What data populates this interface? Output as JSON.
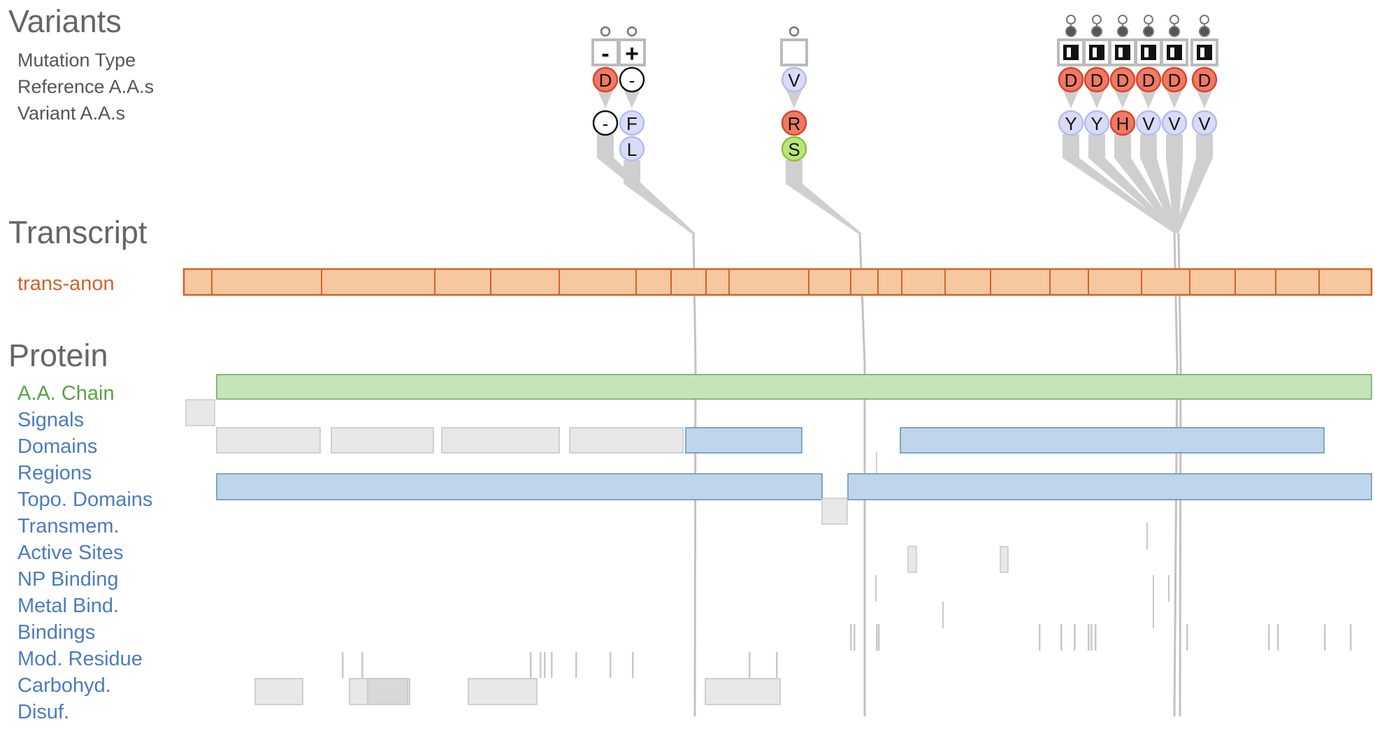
{
  "sections": {
    "variants": "Variants",
    "transcript": "Transcript",
    "protein": "Protein"
  },
  "variant_rows": [
    "Mutation Type",
    "Reference A.A.s",
    "Variant A.A.s"
  ],
  "transcript_track": {
    "label": "trans-anon",
    "color": "#d4622a"
  },
  "protein_tracks": [
    {
      "key": "chain",
      "label": "A.A. Chain",
      "color": "#5aa046"
    },
    {
      "key": "signals",
      "label": "Signals"
    },
    {
      "key": "domains",
      "label": "Domains"
    },
    {
      "key": "regions",
      "label": "Regions"
    },
    {
      "key": "topo",
      "label": "Topo. Domains"
    },
    {
      "key": "transmem",
      "label": "Transmem."
    },
    {
      "key": "active",
      "label": "Active Sites"
    },
    {
      "key": "np",
      "label": "NP Binding"
    },
    {
      "key": "metal",
      "label": "Metal Bind."
    },
    {
      "key": "bindings",
      "label": "Bindings"
    },
    {
      "key": "modres",
      "label": "Mod. Residue"
    },
    {
      "key": "carbo",
      "label": "Carbohyd."
    },
    {
      "key": "disuf",
      "label": "Disuf."
    }
  ],
  "colors": {
    "label_blue": "#4a7cc0",
    "aa_red": "#f07a62",
    "aa_blue": "#d9dcf8",
    "aa_green": "#b7e67a",
    "transcript_fill": "#f6c8a0",
    "chain_fill": "#c5e4b8",
    "domain_blue": "#bfd6ea",
    "feature_grey": "#e8e8e8"
  },
  "variants": [
    {
      "type": "deletion",
      "type_symbol": "-",
      "ref": "D",
      "ref_color": "red",
      "alts": [
        {
          "aa": "-",
          "color": "white"
        }
      ]
    },
    {
      "type": "insertion",
      "type_symbol": "+",
      "ref": "-",
      "ref_color": "white",
      "alts": [
        {
          "aa": "F",
          "color": "blue"
        },
        {
          "aa": "L",
          "color": "blue"
        }
      ]
    },
    {
      "type": "blank",
      "type_symbol": "",
      "ref": "V",
      "ref_color": "blue",
      "alts": [
        {
          "aa": "R",
          "color": "red"
        },
        {
          "aa": "S",
          "color": "green"
        }
      ]
    },
    {
      "type": "substitution",
      "type_symbol": "",
      "ref": "D",
      "ref_color": "red",
      "alts": [
        {
          "aa": "Y",
          "color": "blue"
        }
      ]
    },
    {
      "type": "substitution",
      "type_symbol": "",
      "ref": "D",
      "ref_color": "red",
      "alts": [
        {
          "aa": "Y",
          "color": "blue"
        }
      ]
    },
    {
      "type": "substitution",
      "type_symbol": "",
      "ref": "D",
      "ref_color": "red",
      "alts": [
        {
          "aa": "H",
          "color": "red"
        }
      ]
    },
    {
      "type": "substitution",
      "type_symbol": "",
      "ref": "D",
      "ref_color": "red",
      "alts": [
        {
          "aa": "V",
          "color": "blue"
        }
      ]
    },
    {
      "type": "substitution",
      "type_symbol": "",
      "ref": "D",
      "ref_color": "red",
      "alts": [
        {
          "aa": "V",
          "color": "blue"
        }
      ]
    },
    {
      "type": "substitution",
      "type_symbol": "",
      "ref": "D",
      "ref_color": "red",
      "alts": [
        {
          "aa": "V",
          "color": "blue"
        }
      ]
    }
  ]
}
